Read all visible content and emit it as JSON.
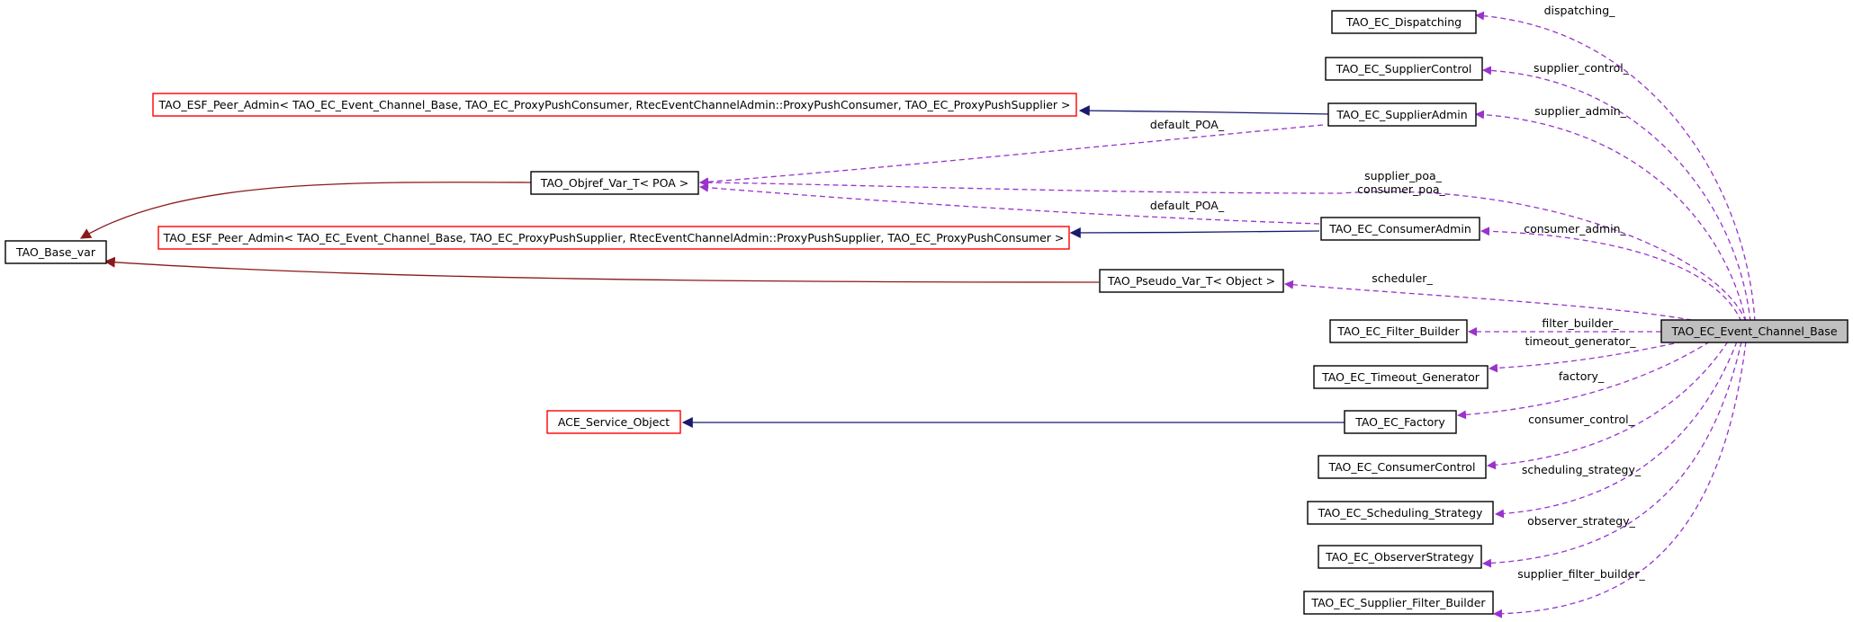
{
  "nodes": {
    "dispatching": {
      "label": "TAO_EC_Dispatching"
    },
    "supplier_control": {
      "label": "TAO_EC_SupplierControl"
    },
    "supplier_admin": {
      "label": "TAO_EC_SupplierAdmin"
    },
    "peer_admin_consumer": {
      "label": "TAO_ESF_Peer_Admin< TAO_EC_Event_Channel_Base, TAO_EC_ProxyPushConsumer, RtecEventChannelAdmin::ProxyPushConsumer, TAO_EC_ProxyPushSupplier >"
    },
    "objref_var": {
      "label": "TAO_Objref_Var_T< POA >"
    },
    "base_var": {
      "label": "TAO_Base_var"
    },
    "peer_admin_supplier": {
      "label": "TAO_ESF_Peer_Admin< TAO_EC_Event_Channel_Base, TAO_EC_ProxyPushSupplier, RtecEventChannelAdmin::ProxyPushSupplier, TAO_EC_ProxyPushConsumer >"
    },
    "consumer_admin": {
      "label": "TAO_EC_ConsumerAdmin"
    },
    "pseudo_var": {
      "label": "TAO_Pseudo_Var_T< Object >"
    },
    "filter_builder": {
      "label": "TAO_EC_Filter_Builder"
    },
    "event_channel_base": {
      "label": "TAO_EC_Event_Channel_Base"
    },
    "timeout_generator": {
      "label": "TAO_EC_Timeout_Generator"
    },
    "ace_service_object": {
      "label": "ACE_Service_Object"
    },
    "factory": {
      "label": "TAO_EC_Factory"
    },
    "consumer_control": {
      "label": "TAO_EC_ConsumerControl"
    },
    "scheduling_strategy": {
      "label": "TAO_EC_Scheduling_Strategy"
    },
    "observer_strategy": {
      "label": "TAO_EC_ObserverStrategy"
    },
    "supplier_filter_builder": {
      "label": "TAO_EC_Supplier_Filter_Builder"
    }
  },
  "edge_labels": {
    "dispatching": "dispatching_",
    "supplier_control": "supplier_control_",
    "supplier_admin": "supplier_admin_",
    "default_poa_1": "default_POA_",
    "supplier_poa": "supplier_poa_",
    "consumer_poa": "consumer_poa_",
    "default_poa_2": "default_POA_",
    "consumer_admin": "consumer_admin_",
    "scheduler": "scheduler_",
    "filter_builder": "filter_builder_",
    "timeout_generator": "timeout_generator_",
    "factory": "factory_",
    "consumer_control": "consumer_control_",
    "scheduling_strategy": "scheduling_strategy_",
    "observer_strategy": "observer_strategy_",
    "supplier_filter_builder": "supplier_filter_builder_"
  },
  "colors": {
    "uses_edge": "#9a32cd",
    "inherit_red": "#8b1a1a",
    "inherit_navy": "#191970",
    "highlight_fill": "#bfbfbf",
    "incomplete_border": "#ff0000"
  }
}
